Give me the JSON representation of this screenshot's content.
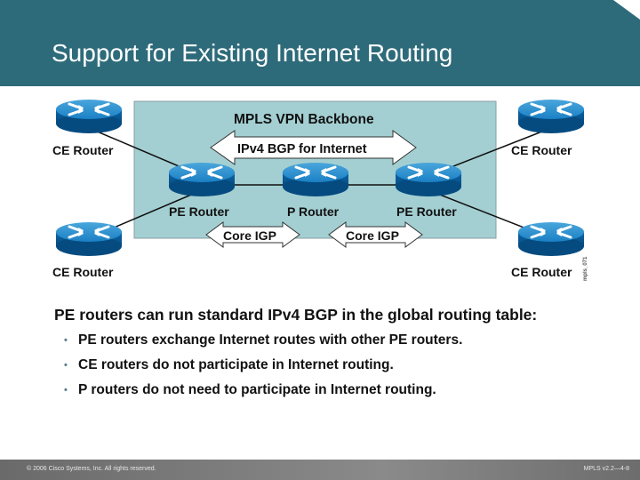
{
  "slide": {
    "title": "Support for Existing Internet Routing",
    "main_text": "PE routers can run standard IPv4 BGP in the global routing table:",
    "bullets": [
      "PE routers exchange Internet routes with other PE routers.",
      "CE routers do not participate in Internet routing.",
      "P routers do not need to participate in Internet routing."
    ]
  },
  "diagram": {
    "backbone_label": "MPLS VPN Backbone",
    "bgp_label": "IPv4 BGP for Internet",
    "igp_left_label": "Core IGP",
    "igp_right_label": "Core IGP",
    "routers": {
      "ce_top_left": "CE Router",
      "ce_bottom_left": "CE Router",
      "ce_top_right": "CE Router",
      "ce_bottom_right": "CE Router",
      "pe_left": "PE Router",
      "p_center": "P Router",
      "pe_right": "PE Router"
    },
    "figure_id": "mpls_071",
    "colors": {
      "backbone_fill": "#a3cfd2",
      "router_blue": "#1a80c4",
      "arrow_fill": "#ffffff"
    }
  },
  "footer": {
    "copyright": "© 2006 Cisco Systems, Inc. All rights reserved.",
    "course": "MPLS v2.2—4-8"
  }
}
